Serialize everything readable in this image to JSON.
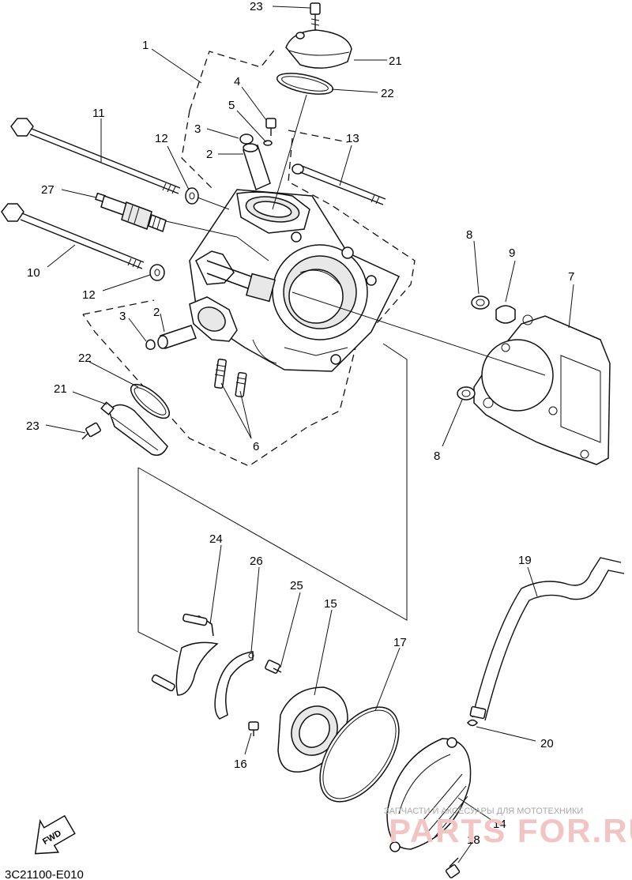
{
  "diagram": {
    "code": "3C21100-E010",
    "fwd_label": "FWD",
    "watermark": {
      "line1": "ЗАПЧАСТИ И АКСЕСУАРЫ ДЛЯ МОТОТЕХНИКИ",
      "line2": "PARTS FOR.RU"
    },
    "callouts": {
      "c1": "1",
      "c2a": "2",
      "c2b": "2",
      "c3a": "3",
      "c3b": "3",
      "c4": "4",
      "c5": "5",
      "c6": "6",
      "c7": "7",
      "c8a": "8",
      "c8b": "8",
      "c9": "9",
      "c10": "10",
      "c11": "11",
      "c12a": "12",
      "c12b": "12",
      "c13": "13",
      "c14": "14",
      "c15": "15",
      "c16": "16",
      "c17": "17",
      "c18": "18",
      "c19": "19",
      "c20": "20",
      "c21a": "21",
      "c21b": "21",
      "c22a": "22",
      "c22b": "22",
      "c23a": "23",
      "c23b": "23",
      "c24": "24",
      "c25": "25",
      "c26": "26",
      "c27": "27"
    }
  }
}
